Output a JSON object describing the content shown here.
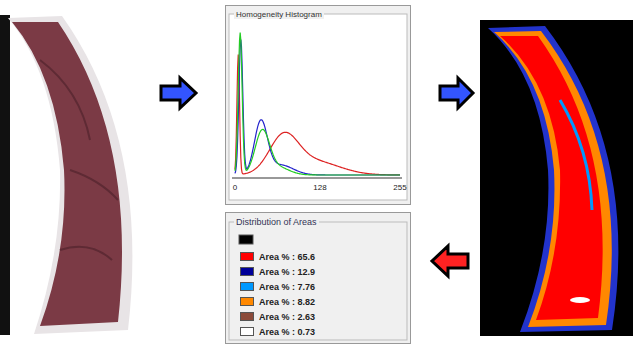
{
  "diagram": {
    "nodes": [
      {
        "text": [
          "Homogeneity Histogram"
        ]
      },
      {
        "text": [
          "Distribution of Areas"
        ]
      }
    ],
    "labels": [
      "0",
      "128",
      "255"
    ],
    "legend": [
      {
        "text": "Area % : 65.6",
        "color": "#ff0000"
      },
      {
        "text": "Area % : 12.9",
        "color": "#000099"
      },
      {
        "text": "Area % : 7.76",
        "color": "#0099ff"
      },
      {
        "text": "Area % : 8.82",
        "color": "#ff8800"
      },
      {
        "text": "Area % : 2.63",
        "color": "#8b4a3a"
      },
      {
        "text": "Area % : 0.73",
        "color": "#ffffff"
      }
    ]
  }
}
